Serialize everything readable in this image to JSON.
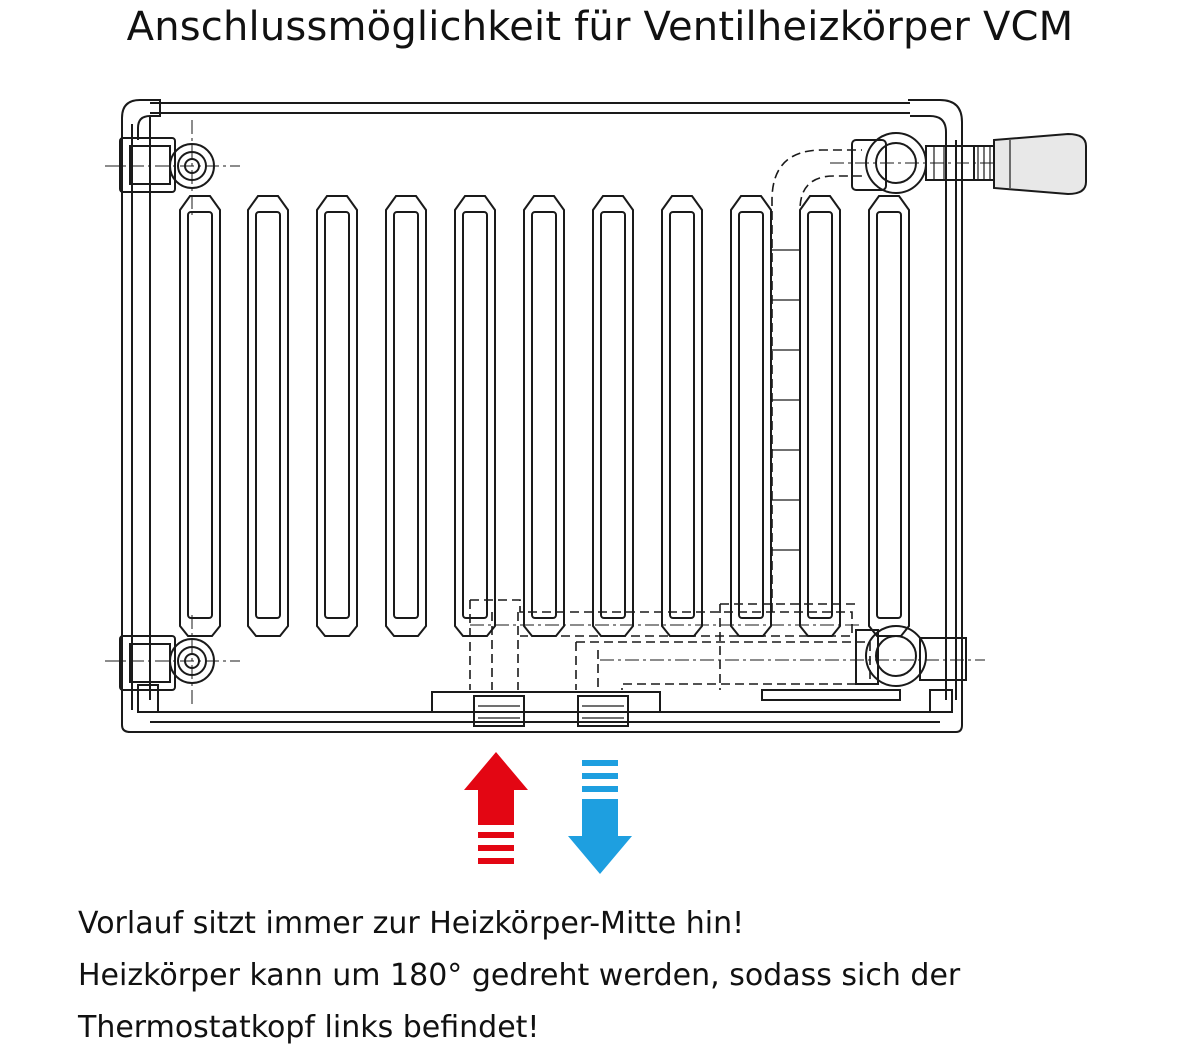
{
  "title": "Anschlussmöglichkeit für Ventilheizkörper VCM",
  "notes": [
    "Vorlauf sitzt immer zur Heizkörper-Mitte hin!",
    "Heizkörper kann um 180° gedreht werden, sodass sich der",
    "Thermostatkopf links befindet!"
  ],
  "colors": {
    "line": "#1a1a1a",
    "supply_arrow": "#e30613",
    "return_arrow": "#1e9fe0",
    "thermostat_fill": "#e8e8e8"
  },
  "icons": {
    "supply": "arrow-up-icon",
    "return": "arrow-down-icon"
  }
}
